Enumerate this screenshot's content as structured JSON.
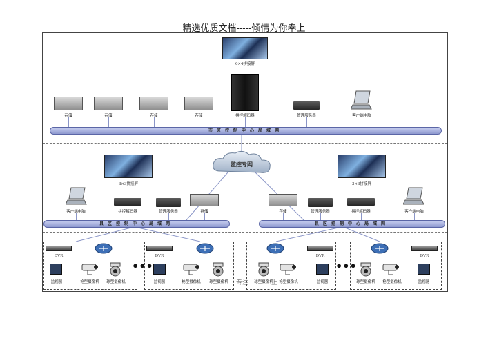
{
  "header": "精选优质文档-----倾情为你奉上",
  "footer": {
    "left": "专注",
    "right": "上"
  },
  "top": {
    "wall_label": "6×4拼接屏",
    "storage_labels": [
      "存储",
      "存储",
      "存储",
      "存储"
    ],
    "decoder_label": "拼控解码器",
    "mgmt_label": "管理服务器",
    "client_label": "客户端电脑",
    "bus_label": "市区控制中心局域网"
  },
  "cloud_label": "监控专网",
  "left_region": {
    "wall_label": "3×3拼接屏",
    "client_label": "客户端电脑",
    "decoder_label": "拼控解码器",
    "mgmt_label": "管理服务器",
    "storage_label": "存储",
    "bus_label": "县区控制中心局域网"
  },
  "right_region": {
    "wall_label": "3×3拼接屏",
    "storage_label": "存储",
    "mgmt_label": "管理服务器",
    "decoder_label": "拼控解码器",
    "client_label": "客户端电脑",
    "bus_label": "县区控制中心局域网"
  },
  "sites": [
    {
      "dvr": "DVR",
      "items": [
        "监视器",
        "枪型摄像机",
        "球型摄像机"
      ]
    },
    {
      "dvr": "DVR",
      "items": [
        "监视器",
        "枪型摄像机",
        "球型摄像机"
      ]
    },
    {
      "dvr": "DVR",
      "items": [
        "球型摄像机",
        "枪型摄像机",
        "监视器"
      ]
    },
    {
      "dvr": "DVR",
      "items": [
        "球型摄像机",
        "枪型摄像机",
        "监视器"
      ]
    }
  ]
}
